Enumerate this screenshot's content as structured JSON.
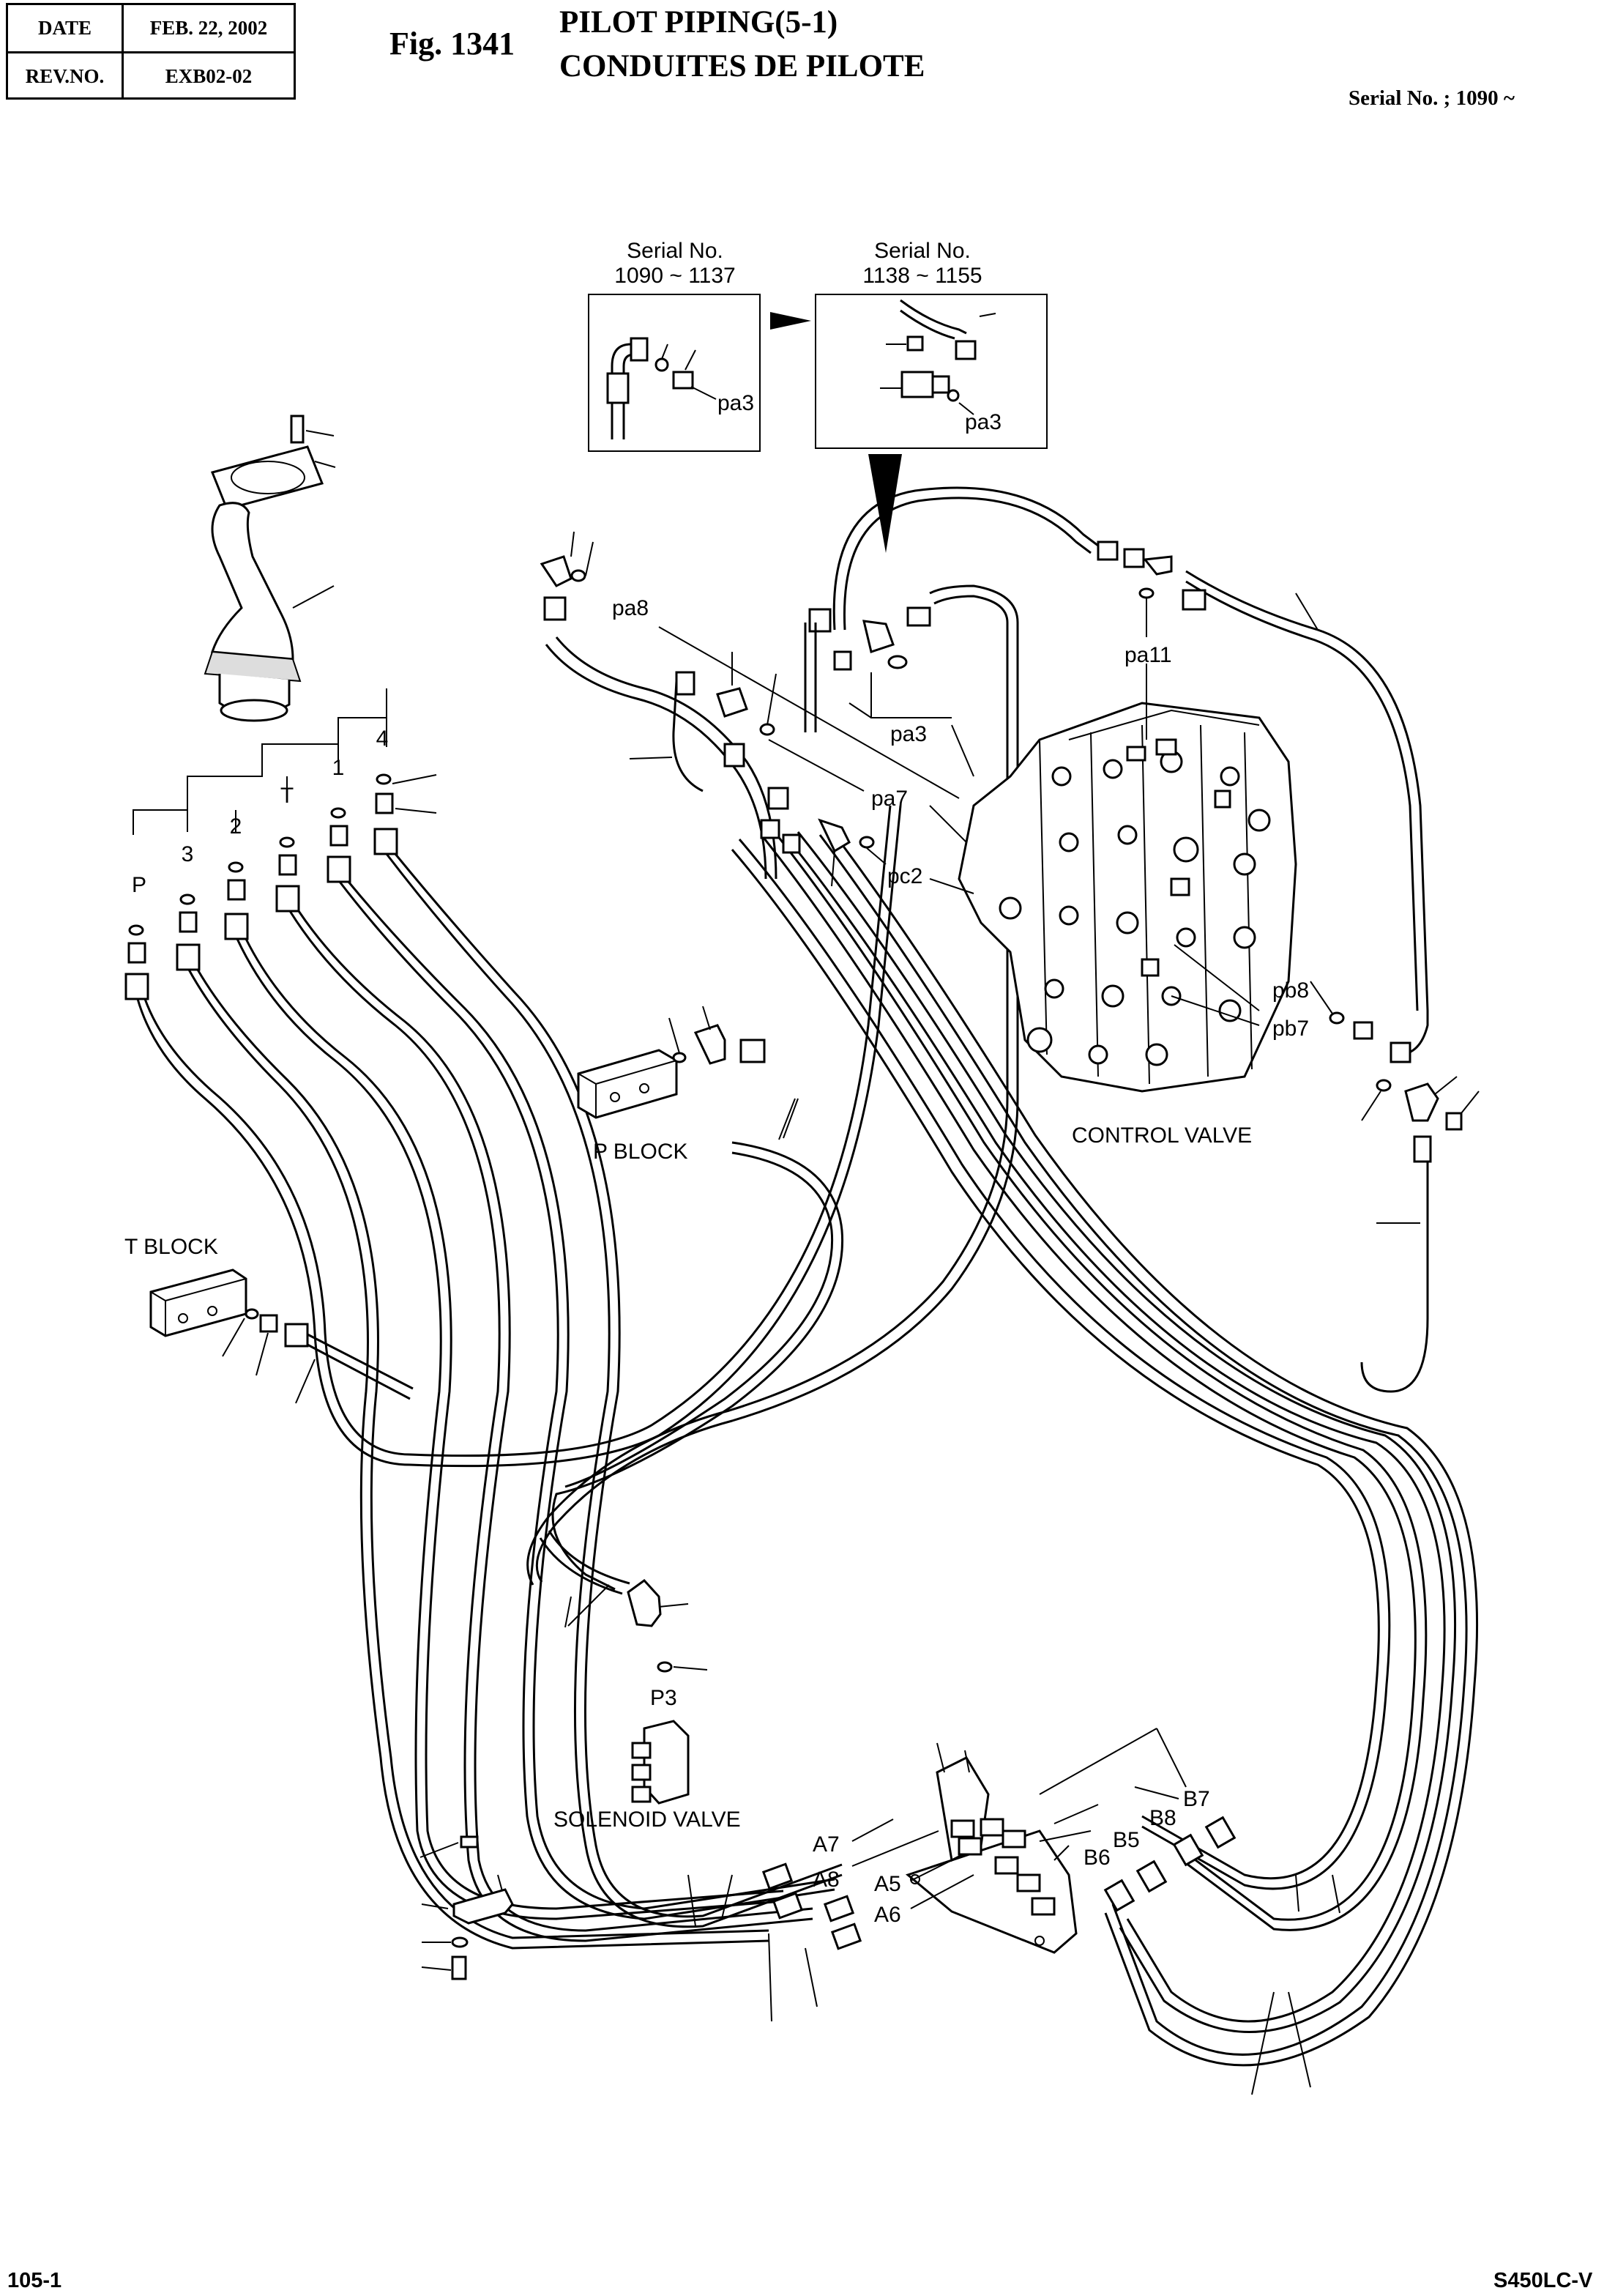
{
  "header": {
    "date_label": "DATE",
    "date_value": "FEB. 22, 2002",
    "rev_label": "REV.NO.",
    "rev_value": "EXB02-02"
  },
  "figure": {
    "number": "Fig. 1341",
    "title_en": "PILOT PIPING(5-1)",
    "title_fr": "CONDUITES DE PILOTE",
    "serial": "Serial No. ; 1090 ~"
  },
  "insets": [
    {
      "label": "Serial No.",
      "range": "1090 ~ 1137",
      "port": "pa3"
    },
    {
      "label": "Serial No.",
      "range": "1138 ~ 1155",
      "port": "pa3"
    }
  ],
  "joystick_ports": [
    "P",
    "3",
    "2",
    "T",
    "1",
    "4"
  ],
  "port_labels": {
    "pa8": "pa8",
    "pa3": "pa3",
    "pa7": "pa7",
    "pc2": "pc2",
    "pa11": "pa11",
    "pb8": "pb8",
    "pb7": "pb7",
    "A7": "A7",
    "A8": "A8",
    "A5": "A5",
    "A6": "A6",
    "B7": "B7",
    "B8": "B8",
    "B5": "B5",
    "B6": "B6",
    "P3": "P3"
  },
  "components": {
    "control_valve": "CONTROL VALVE",
    "p_block": "P BLOCK",
    "t_block": "T BLOCK",
    "solenoid_valve": "SOLENOID VALVE"
  },
  "footer": {
    "page": "105-1",
    "model": "S450LC-V"
  }
}
